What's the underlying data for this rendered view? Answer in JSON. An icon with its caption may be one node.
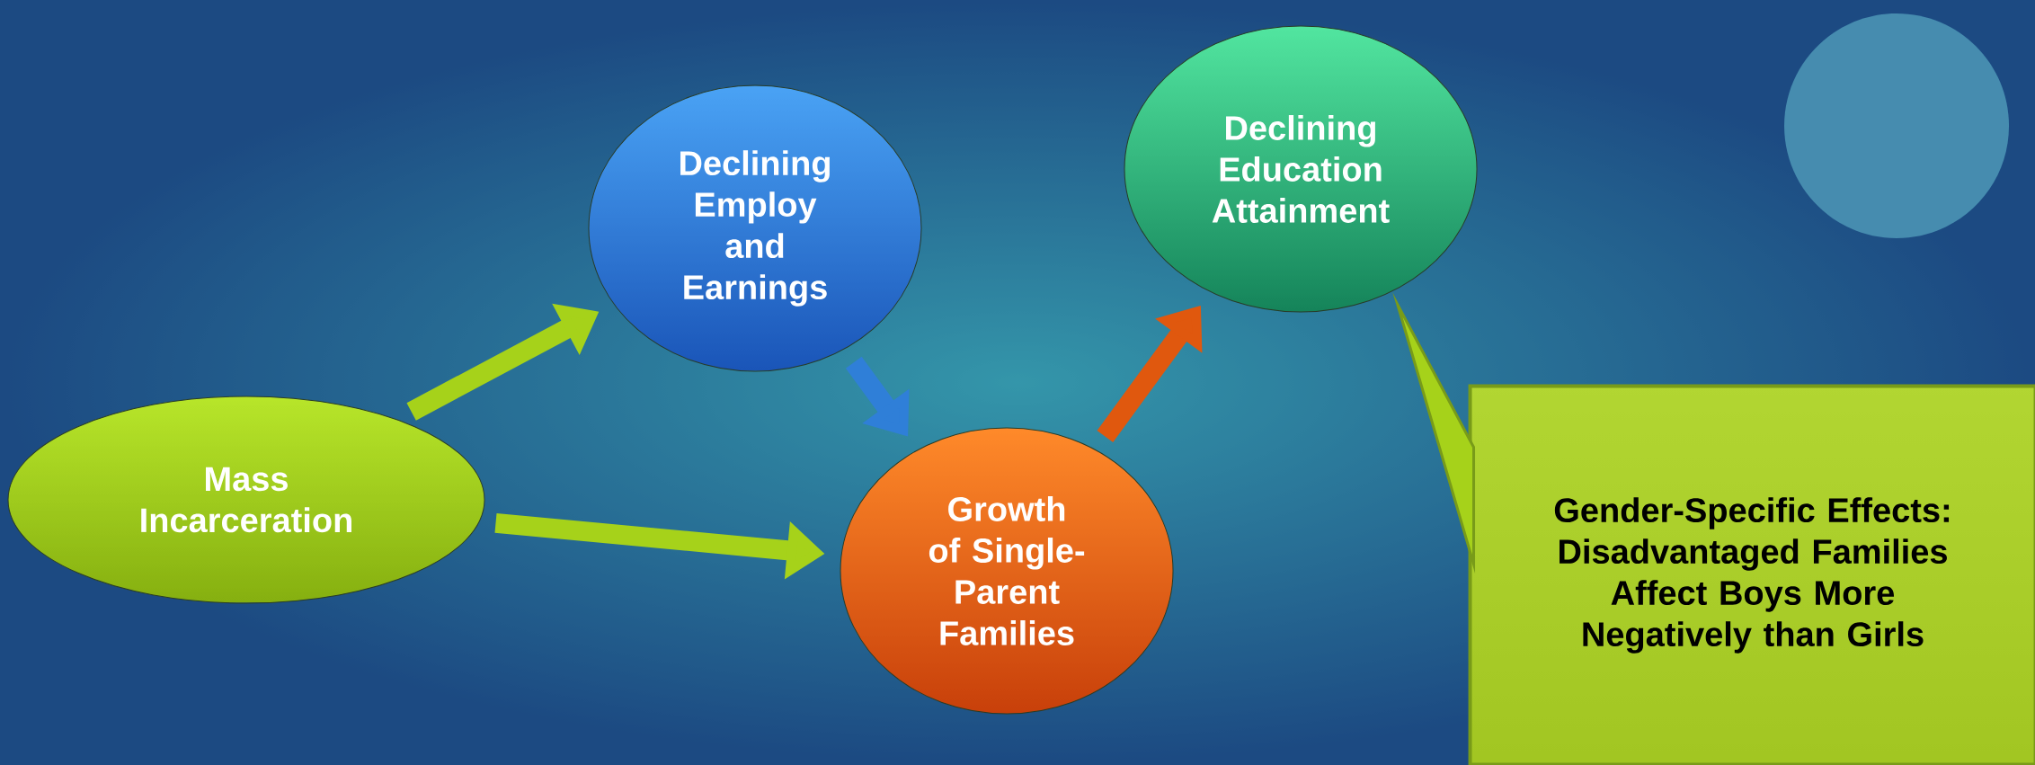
{
  "diagram": {
    "nodes": [
      {
        "text": [
          "Mass Incarceration"
        ]
      },
      {
        "text": [
          "Declining Employ and Earnings"
        ]
      },
      {
        "text": [
          "Growth of Single-Parent Families"
        ]
      },
      {
        "text": [
          "Declining Education Attainment"
        ]
      },
      {
        "text": [
          "Gender-Specific Effects: Disadvantaged Families Affect Boys More Negatively than Girls"
        ]
      }
    ],
    "edges": [
      {
        "from": 0,
        "to": 1,
        "arrow": "to"
      },
      {
        "from": 0,
        "to": 2,
        "arrow": "to"
      },
      {
        "from": 1,
        "to": 2,
        "arrow": "to",
        "color": "#2f7fd8"
      },
      {
        "from": 2,
        "to": 3,
        "arrow": "to",
        "color": "#e0580e"
      },
      {
        "from": 4,
        "to": 3,
        "arrow": "none"
      }
    ]
  }
}
